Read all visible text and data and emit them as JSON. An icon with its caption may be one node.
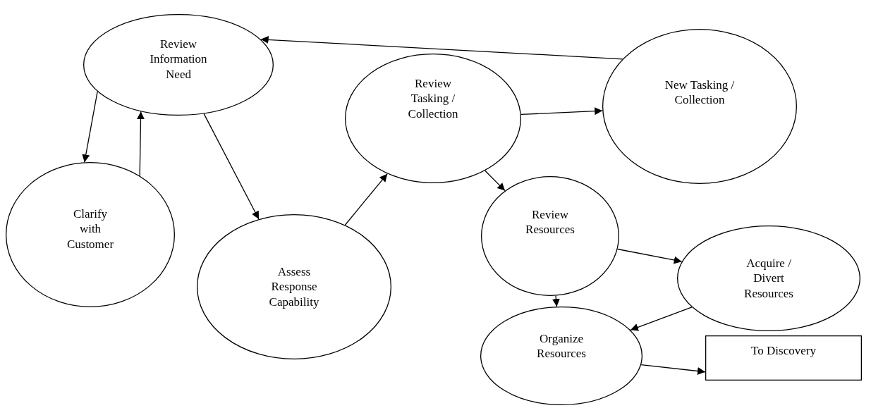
{
  "diagram": {
    "nodes": [
      {
        "text": [
          "Review Information Need"
        ]
      },
      {
        "text": [
          "Clarify with Customer"
        ]
      },
      {
        "text": [
          "Assess Response Capability"
        ]
      },
      {
        "text": [
          "Review Tasking / Collection"
        ]
      },
      {
        "text": [
          "New Tasking / Collection"
        ]
      },
      {
        "text": [
          "Review Resources"
        ]
      },
      {
        "text": [
          "Acquire / Divert Resources"
        ]
      },
      {
        "text": [
          "Organize Resources"
        ]
      },
      {
        "text": [
          "To Discovery"
        ]
      }
    ],
    "edges": [
      {
        "from": 0,
        "to": 1,
        "arrow": "to"
      },
      {
        "from": 1,
        "to": 0,
        "arrow": "to"
      },
      {
        "from": 0,
        "to": 2,
        "arrow": "to"
      },
      {
        "from": 2,
        "to": 3,
        "arrow": "to"
      },
      {
        "from": 3,
        "to": 4,
        "arrow": "to"
      },
      {
        "from": 4,
        "to": 0,
        "arrow": "to"
      },
      {
        "from": 3,
        "to": 5,
        "arrow": "to"
      },
      {
        "from": 5,
        "to": 6,
        "arrow": "to"
      },
      {
        "from": 5,
        "to": 7,
        "arrow": "to"
      },
      {
        "from": 6,
        "to": 7,
        "arrow": "to"
      },
      {
        "from": 7,
        "to": 8,
        "arrow": "to"
      }
    ]
  }
}
